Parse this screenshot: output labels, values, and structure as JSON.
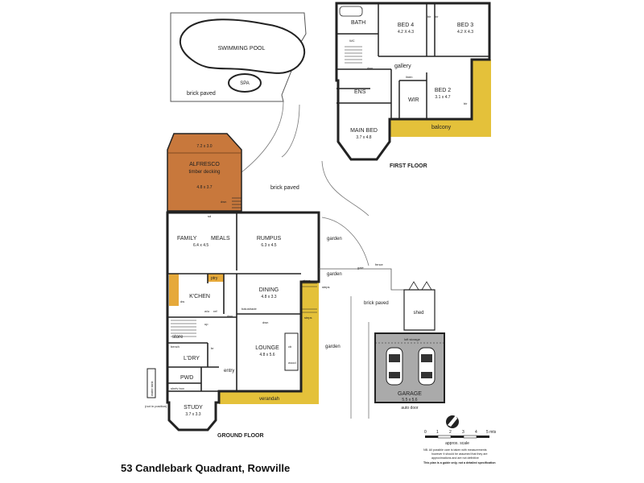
{
  "title": "53 Candlebark Quadrant, Rowville",
  "colors": {
    "wall": "#2a2a2a",
    "timber": "#c8783c",
    "garden": "#e4c13a",
    "garage": "#aaaaaa",
    "kitchen": "#e6a93a"
  },
  "outdoor": {
    "pool": "SWIMMING POOL",
    "spa": "SPA",
    "brick_paved_1": "brick paved",
    "brick_paved_2": "brick paved",
    "brick_paved_3": "brick paved",
    "water_tank": "water tank",
    "not_in_position": "(not in\nposition)",
    "shed": "shed",
    "fence": "fence",
    "gate": "gate"
  },
  "alfresco": {
    "top_dim": "7.2 x 3.0",
    "label1": "ALFRESCO",
    "label2": "timber decking",
    "dim": "4.8 x 3.7",
    "dwn": "dwn"
  },
  "ground_floor": {
    "label": "GROUND FLOOR",
    "family": "FAMILY",
    "meals": "MEALS",
    "family_dim": "6.4 x 4.5",
    "rumpus": "RUMPUS",
    "rumpus_dim": "6.3 x 4.5",
    "garden_1": "garden",
    "garden_2": "garden",
    "garden_3": "garden",
    "ptry": "ptry",
    "kitchen": "K'CHEN",
    "dw": "dw",
    "ref": "ref",
    "wo": "w/o",
    "dining": "DINING",
    "dining_dim": "4.8 x 3.3",
    "balustrade": "balustrade",
    "dwn_1": "dwn",
    "dwn_2": "dwn",
    "up": "up",
    "steps_1": "steps",
    "steps_2": "steps",
    "steps_3": "steps",
    "store": "store",
    "bench": "bench",
    "ldry": "L'DRY",
    "br": "br",
    "lounge": "LOUNGE",
    "lounge_dim": "4.8 x 5.6",
    "cb": "cb",
    "wood": "wood",
    "pwd": "PWD",
    "shelv": "shelv box",
    "entry": "entry",
    "study": "STUDY",
    "study_dim": "3.7 x 3.3",
    "verandah": "verandah",
    "sd": "sd",
    "garage": "GARAGE",
    "garage_dim": "5.5 x 5.6",
    "loft": "loft storage",
    "auto_door": "auto door"
  },
  "first_floor": {
    "label": "FIRST FLOOR",
    "bath": "BATH",
    "wc": "WC",
    "bed4": "BED 4",
    "bed4_dim": "4.2 X 4.3",
    "bed3": "BED 3",
    "bed3_dim": "4.2 X 4.3",
    "bir1": "bir",
    "bir2": "bir",
    "gallery": "gallery",
    "dwn": "dwn",
    "linen": "linen",
    "ens": "ENS",
    "wir": "WIR",
    "bed2": "BED 2",
    "bed2_dim": "3.1 x 4.7",
    "bir3": "bir",
    "main_bed": "MAIN BED",
    "main_bed_dim": "3.7 x 4.8",
    "balcony": "balcony"
  },
  "scale": {
    "ticks": [
      "0",
      "1",
      "2",
      "3",
      "4",
      "5 mts"
    ],
    "caption": "approx. scale",
    "disclaimer_1": "NB. All possible care is taken with measurements",
    "disclaimer_2": "however it should be assumed that they are",
    "disclaimer_3": "approximations and are not definitive",
    "disclaimer_4": "This plan is a guide only, not a detailed specification"
  }
}
